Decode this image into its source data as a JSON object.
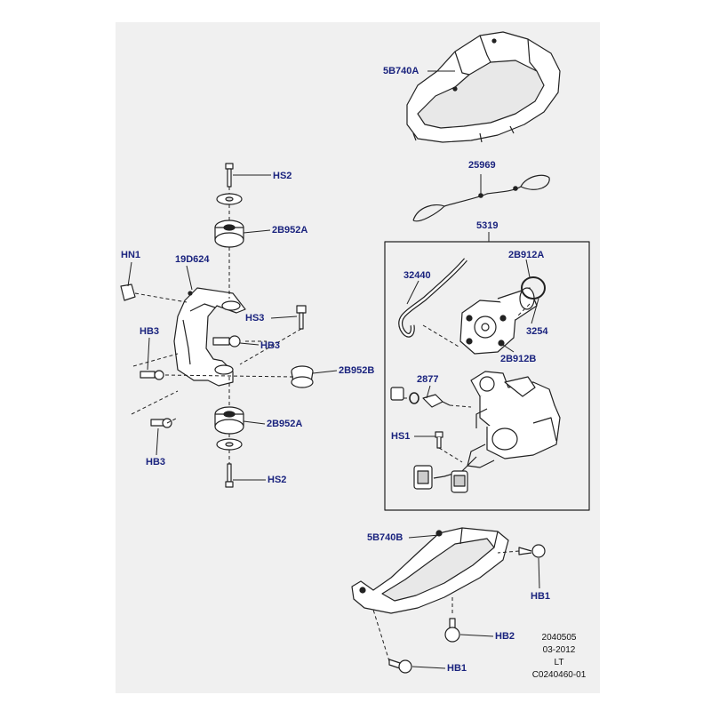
{
  "labels": {
    "b5b740a": "5B740A",
    "p25969": "25969",
    "p5319": "5319",
    "p32440": "32440",
    "b2b912a": "2B912A",
    "p3254": "3254",
    "b2b912b": "2B912B",
    "p2877": "2877",
    "hs1": "HS1",
    "b5b740b": "5B740B",
    "hb1_right": "HB1",
    "hb2": "HB2",
    "hb1_bottom": "HB1",
    "hs2_top": "HS2",
    "b2b952a_top": "2B952A",
    "hn1": "HN1",
    "p19d624": "19D624",
    "hs3": "HS3",
    "hb3_upper": "HB3",
    "hb3_mid": "HB3",
    "b2b952b": "2B952B",
    "b2b952a_bottom": "2B952A",
    "hb3_lower": "HB3",
    "hs2_bottom": "HS2"
  },
  "footer": {
    "line1": "2040505",
    "line2": "03-2012",
    "line3": "LT",
    "line4": "C0240460-01"
  },
  "colors": {
    "panel": "#f0f0f0",
    "label_text": "#1a237e",
    "line": "#222222"
  }
}
